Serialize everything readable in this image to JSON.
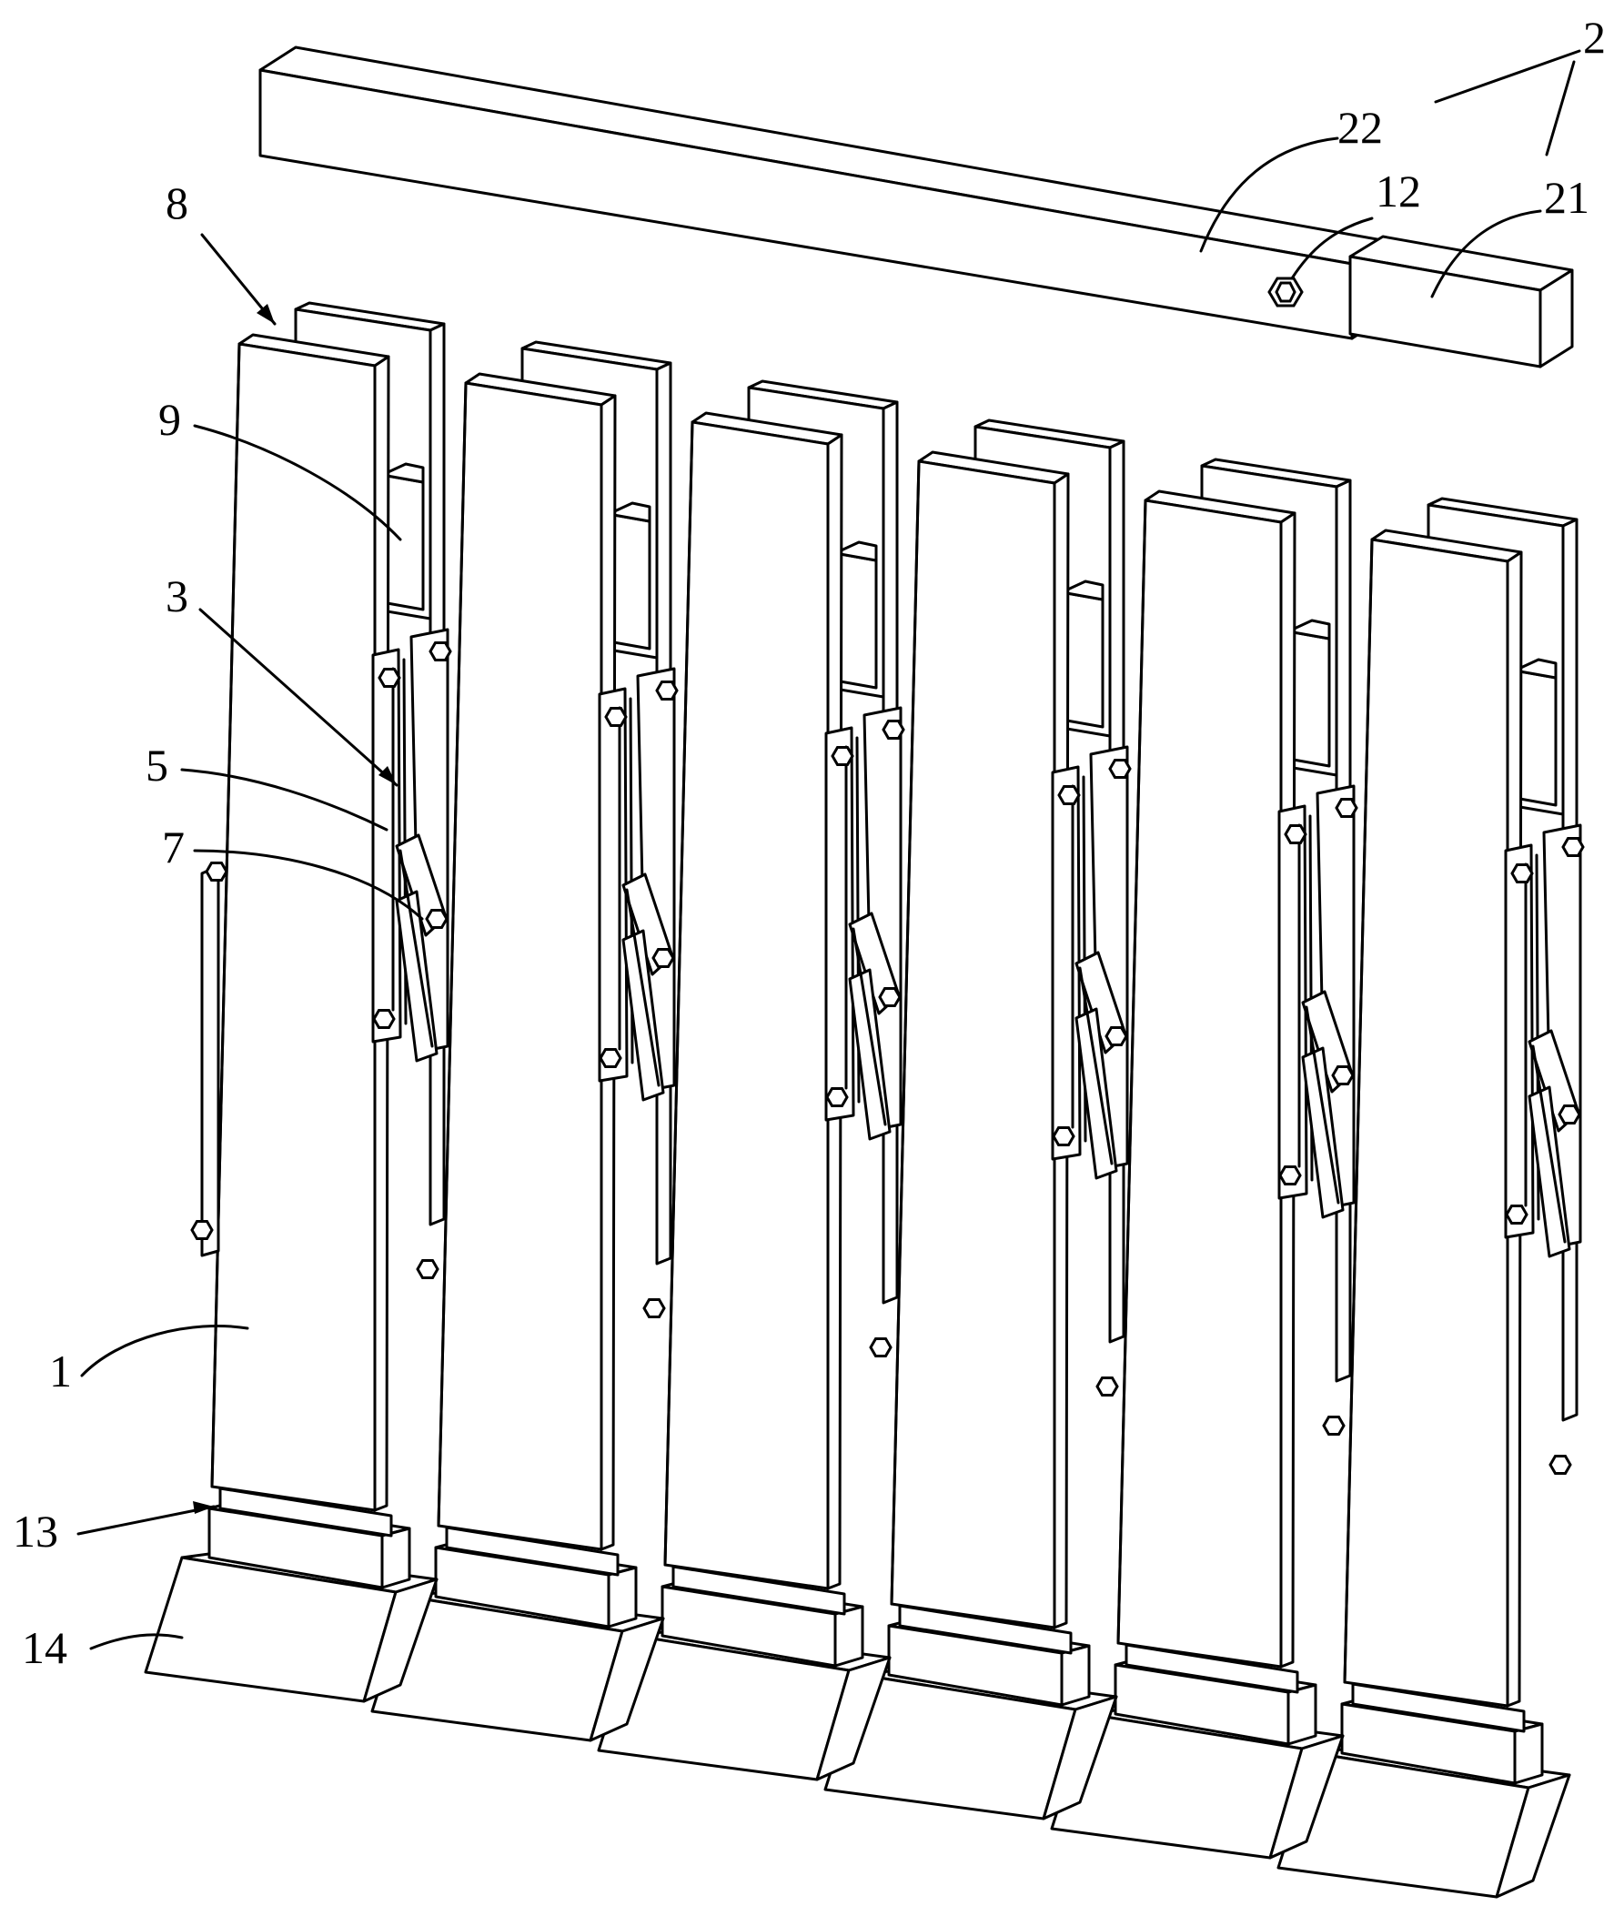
{
  "labels": [
    {
      "id": "label-2",
      "text": "2"
    },
    {
      "id": "label-22",
      "text": "22"
    },
    {
      "id": "label-12",
      "text": "12"
    },
    {
      "id": "label-21",
      "text": "21"
    },
    {
      "id": "label-8",
      "text": "8"
    },
    {
      "id": "label-9",
      "text": "9"
    },
    {
      "id": "label-3",
      "text": "3"
    },
    {
      "id": "label-5",
      "text": "5"
    },
    {
      "id": "label-7",
      "text": "7"
    },
    {
      "id": "label-1",
      "text": "1"
    },
    {
      "id": "label-13",
      "text": "13"
    },
    {
      "id": "label-14",
      "text": "14"
    }
  ],
  "post_count": 6
}
